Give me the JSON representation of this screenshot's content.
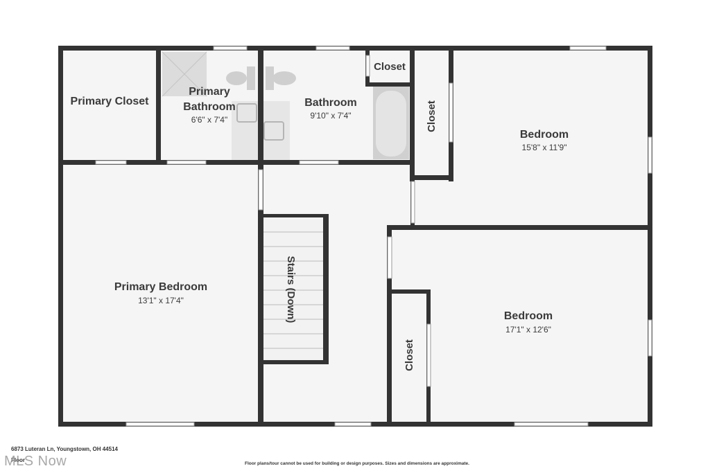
{
  "plan": {
    "rooms": [
      {
        "name": "Primary Closet",
        "dims": ""
      },
      {
        "name": "Primary Bathroom",
        "dims": "6'6\" x 7'4\""
      },
      {
        "name": "Bathroom",
        "dims": "9'10\" x 7'4\""
      },
      {
        "name": "Closet",
        "dims": ""
      },
      {
        "name": "Closet",
        "dims": ""
      },
      {
        "name": "Bedroom",
        "dims": "15'8\" x 11'9\""
      },
      {
        "name": "Primary Bedroom",
        "dims": "13'1\" x 17'4\""
      },
      {
        "name": "Stairs (Down)",
        "dims": ""
      },
      {
        "name": "Bedroom",
        "dims": "17'1\" x 12'6\""
      },
      {
        "name": "Closet",
        "dims": ""
      }
    ]
  },
  "footer": {
    "address": "6873 Luteran Ln, Youngstown, OH 44514",
    "floor": "Floor",
    "logo": "MLS Now",
    "disclaimer": "Floor plans/tour cannot be used for building or design purposes. Sizes and dimensions are approximate."
  },
  "colors": {
    "wall": "#333333",
    "floor": "#f5f5f5",
    "fixture": "#cfcfcf",
    "window": "#ffffff"
  }
}
